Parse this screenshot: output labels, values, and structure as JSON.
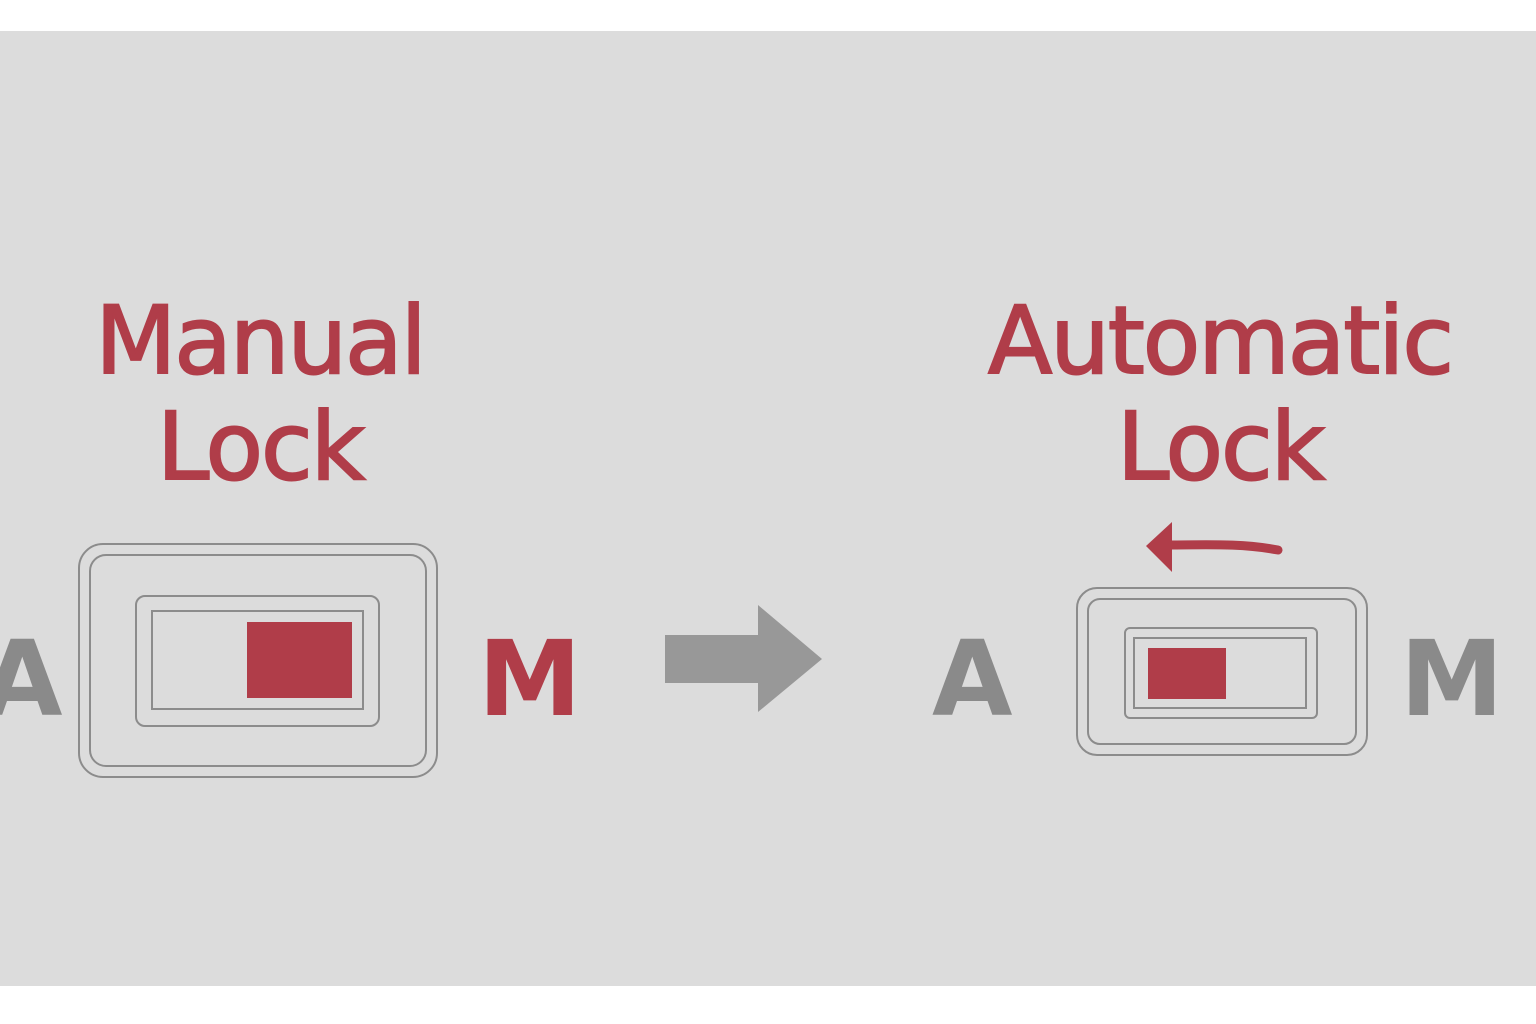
{
  "manual": {
    "title_line1": "Manual",
    "title_line2": "Lock",
    "left_letter": "A",
    "right_letter": "M",
    "switch_position": "M"
  },
  "automatic": {
    "title_line1": "Automatic",
    "title_line2": "Lock",
    "left_letter": "A",
    "right_letter": "M",
    "switch_position": "A",
    "motion_arrow": "left-arrow-icon"
  },
  "transition_arrow": "right-arrow-icon",
  "colors": {
    "background": "#dcdcdc",
    "accent_red": "#b03d49",
    "gray": "#8a8a8a",
    "outline": "#8c8c8c"
  }
}
